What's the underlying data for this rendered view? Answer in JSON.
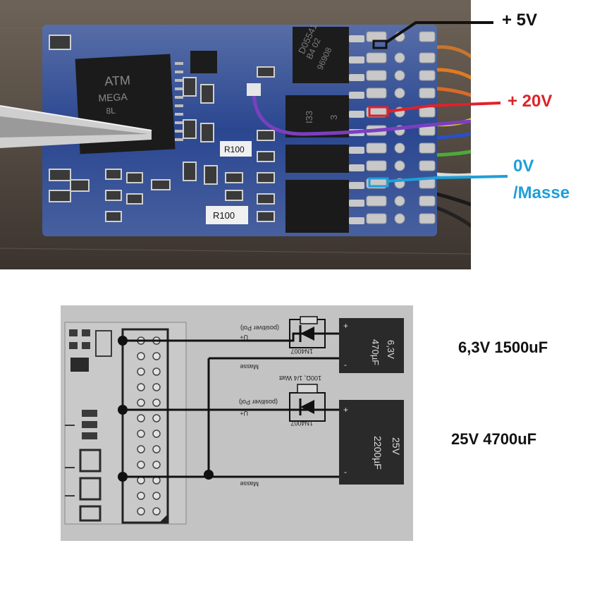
{
  "annotations": {
    "plus5v": "+ 5V",
    "plus20v": "+ 20V",
    "zero_v": "0V",
    "masse": "/Masse"
  },
  "chips": {
    "mcu_line1": "ATM",
    "mcu_line2": "MEGA",
    "mcu_line3": "8L",
    "ic_top_line1": "D05541",
    "ic_top_line2": "B4 02",
    "ic_top_line3": "96908",
    "ic_mid_line1": "I33",
    "ic_mid_line2": "3",
    "resistor_a": "R100",
    "resistor_b": "R100"
  },
  "schematic": {
    "diode_top": "1N4007",
    "diode_bottom": "1N4007",
    "pol_top": "(positiver Pol)",
    "pol_bottom": "(positiver Pol)",
    "u_top": "U+",
    "u_bottom": "U+",
    "masse_mid": "Masse",
    "masse_bottom": "Masse",
    "resistor_spec": "100Ω, 1/4 Watt",
    "cap_top_value": "470µF",
    "cap_top_voltage": "6,3V",
    "cap_bottom_value": "2200µF",
    "cap_bottom_voltage": "25V",
    "plus_sign": "+",
    "minus_sign": "-"
  },
  "captions": {
    "cap_a": "6,3V 1500uF",
    "cap_b": "25V 4700uF"
  },
  "colors": {
    "red_marker": "#e0212a",
    "blue_marker": "#1e9fd8",
    "black_marker": "#111111",
    "pcb_blue": "#1f3d8a"
  }
}
